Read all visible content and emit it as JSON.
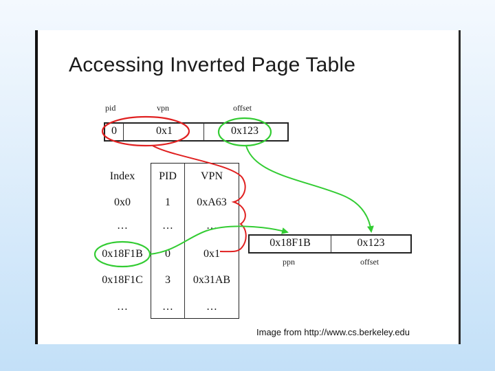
{
  "title": "Accessing Inverted Page Table",
  "virtual_address": {
    "labels": {
      "pid": "pid",
      "vpn": "vpn",
      "offset": "offset"
    },
    "pid": "0",
    "vpn": "0x1",
    "offset": "0x123"
  },
  "inverted_table": {
    "headers": [
      "Index",
      "PID",
      "VPN"
    ],
    "rows": [
      {
        "index": "0x0",
        "pid": "1",
        "vpn": "0xA63"
      },
      {
        "index": "…",
        "pid": "…",
        "vpn": "…"
      },
      {
        "index": "0x18F1B",
        "pid": "0",
        "vpn": "0x1"
      },
      {
        "index": "0x18F1C",
        "pid": "3",
        "vpn": "0x31AB"
      },
      {
        "index": "…",
        "pid": "…",
        "vpn": "…"
      }
    ]
  },
  "physical_address": {
    "labels": {
      "ppn": "ppn",
      "offset": "offset"
    },
    "ppn": "0x18F1B",
    "offset": "0x123"
  },
  "credit": "Image from http://www.cs.berkeley.edu",
  "colors": {
    "red": "#e02020",
    "green": "#33cc33"
  }
}
